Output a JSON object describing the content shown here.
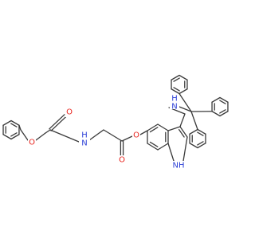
{
  "colors": {
    "bond": "#3a3a3a",
    "oxygen": "#e8221c",
    "nitrogen": "#2b3fd6",
    "background": "#ffffff"
  },
  "atom_labels": {
    "ester_o_benzyl": "O",
    "carbamate_o": "O",
    "carbamate_nh": "N",
    "carbamate_h": "H",
    "glycine_carbonyl_o": "O",
    "ester_o_indole": "O",
    "indole_nh": "NH",
    "trityl_nh": "N",
    "trityl_h": "H"
  }
}
